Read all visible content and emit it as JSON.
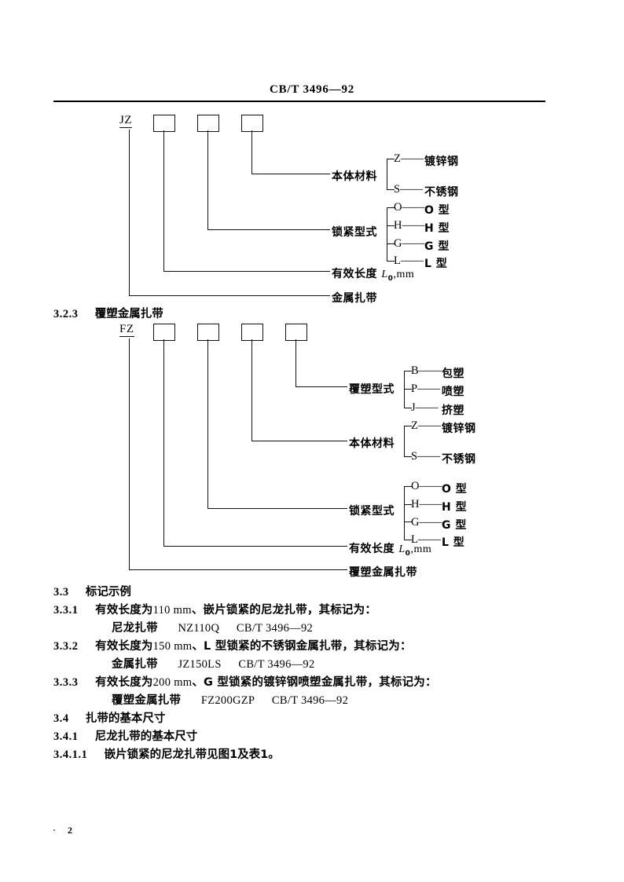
{
  "header": {
    "standard_number": "CB/T 3496—92"
  },
  "footer": {
    "page_number": "2"
  },
  "diagram_jz": {
    "code": "JZ",
    "boxes": [
      "",
      "",
      ""
    ],
    "branches": [
      {
        "label": "本体材料",
        "items": [
          {
            "code": "Z",
            "dash": "——",
            "text": "镀锌钢"
          },
          {
            "code": "S",
            "dash": "——",
            "text": "不锈钢"
          }
        ]
      },
      {
        "label": "锁紧型式",
        "items": [
          {
            "code": "O",
            "dash": "——",
            "text": "O 型"
          },
          {
            "code": "H",
            "dash": "——",
            "text": "H 型"
          },
          {
            "code": "G",
            "dash": "——",
            "text": "G 型"
          },
          {
            "code": "L",
            "dash": "——",
            "text": "L 型"
          }
        ]
      }
    ],
    "plain_branches": [
      {
        "label_pre": "有效长度 ",
        "label_sym": "L",
        "label_sub": "0",
        "label_post": ",mm"
      },
      {
        "label_pre": "金属扎带",
        "label_sym": "",
        "label_sub": "",
        "label_post": ""
      }
    ]
  },
  "section_323": {
    "number": "3.2.3",
    "title": "覆塑金属扎带"
  },
  "diagram_fz": {
    "code": "FZ",
    "boxes": [
      "",
      "",
      "",
      ""
    ],
    "branches": [
      {
        "label": "覆塑型式",
        "items": [
          {
            "code": "B",
            "dash": "——",
            "text": "包塑"
          },
          {
            "code": "P",
            "dash": "——",
            "text": "喷塑"
          },
          {
            "code": "J",
            "dash": "——",
            "text": "挤塑"
          }
        ]
      },
      {
        "label": "本体材料",
        "items": [
          {
            "code": "Z",
            "dash": "——",
            "text": "镀锌钢"
          },
          {
            "code": "S",
            "dash": "——",
            "text": "不锈钢"
          }
        ]
      },
      {
        "label": "锁紧型式",
        "items": [
          {
            "code": "O",
            "dash": "——",
            "text": "O 型"
          },
          {
            "code": "H",
            "dash": "——",
            "text": "H 型"
          },
          {
            "code": "G",
            "dash": "——",
            "text": "G 型"
          },
          {
            "code": "L",
            "dash": "——",
            "text": "L 型"
          }
        ]
      }
    ],
    "plain_branches": [
      {
        "label_pre": "有效长度 ",
        "label_sym": "L",
        "label_sub": "0",
        "label_post": ",mm"
      },
      {
        "label_pre": "覆塑金属扎带",
        "label_sym": "",
        "label_sub": "",
        "label_post": ""
      }
    ]
  },
  "body": {
    "s33_num": "3.3",
    "s33_title": "标记示例",
    "s331_num": "3.3.1",
    "s331_text_a": "有效长度为",
    "s331_text_b": "110 mm",
    "s331_text_c": "、嵌片锁紧的尼龙扎带，其标记为：",
    "s331_mark_cn": "尼龙扎带",
    "s331_mark_code": "NZ110Q",
    "s331_mark_std": "CB/T 3496—92",
    "s332_num": "3.3.2",
    "s332_text_a": "有效长度为",
    "s332_text_b": "150 mm",
    "s332_text_c": "、L 型锁紧的不锈钢金属扎带，其标记为：",
    "s332_mark_cn": "金属扎带",
    "s332_mark_code": "JZ150LS",
    "s332_mark_std": "CB/T 3496—92",
    "s333_num": "3.3.3",
    "s333_text_a": "有效长度为",
    "s333_text_b": "200 mm",
    "s333_text_c": "、G 型锁紧的镀锌钢喷塑金属扎带，其标记为：",
    "s333_mark_cn": "覆塑金属扎带",
    "s333_mark_code": "FZ200GZP",
    "s333_mark_std": "CB/T 3496—92",
    "s34_num": "3.4",
    "s34_title": "扎带的基本尺寸",
    "s341_num": "3.4.1",
    "s341_title": "尼龙扎带的基本尺寸",
    "s3411_num": "3.4.1.1",
    "s3411_title": "嵌片锁紧的尼龙扎带见图1及表1。"
  }
}
